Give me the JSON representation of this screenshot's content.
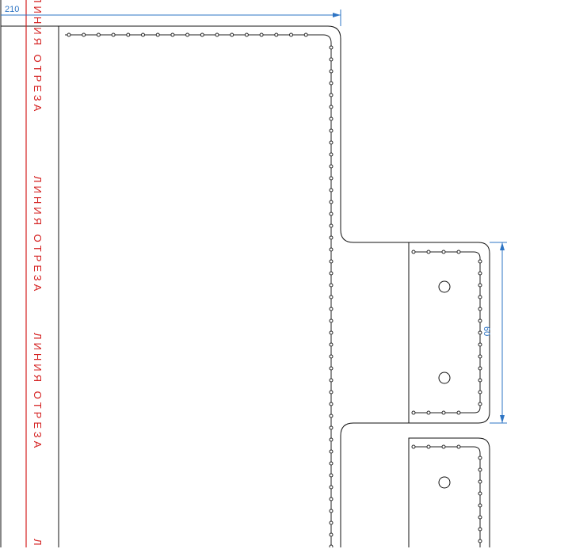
{
  "cut_line_label": "ЛИНИЯ ОТРЕЗА",
  "cut_line_label_partial": "Л",
  "dimensions": {
    "top_width": "210",
    "tab_height": "60"
  },
  "colors": {
    "outline": "#111111",
    "stitch": "#222222",
    "cut_line": "#d42020",
    "dimension": "#2d74c4"
  }
}
